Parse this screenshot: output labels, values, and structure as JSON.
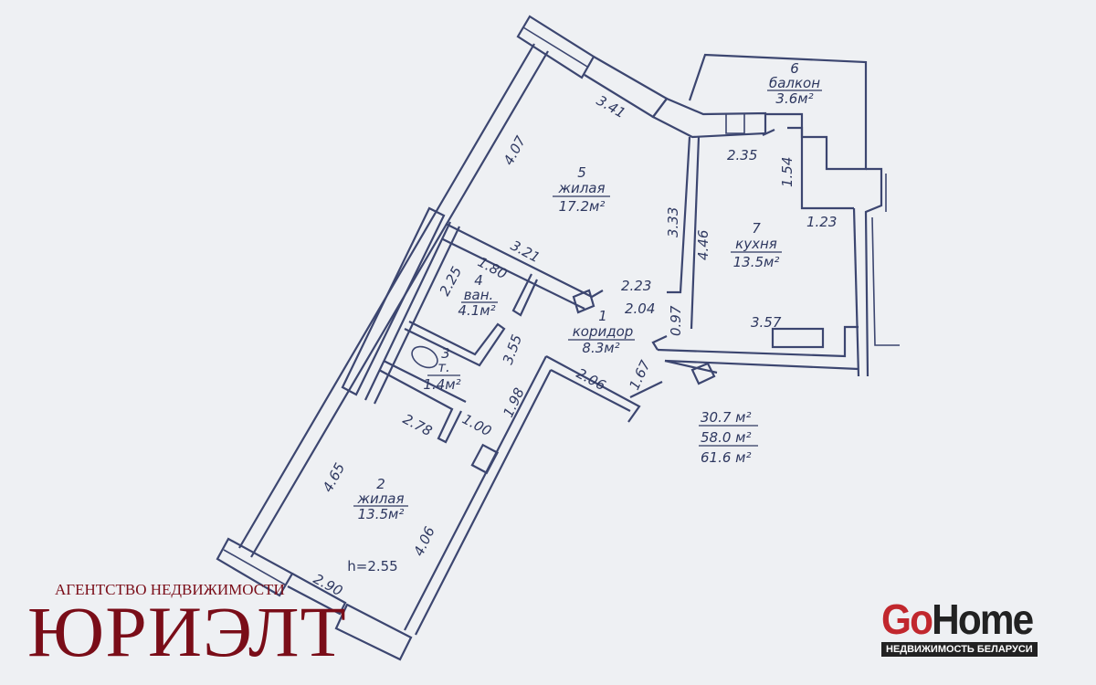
{
  "rooms": [
    {
      "num": "1",
      "name": "коридор",
      "area": "8.3м²"
    },
    {
      "num": "2",
      "name": "жилая",
      "area": "13.5м²"
    },
    {
      "num": "3",
      "name": "т.",
      "area": "1.4м²"
    },
    {
      "num": "4",
      "name": "ван.",
      "area": "4.1м²"
    },
    {
      "num": "5",
      "name": "жилая",
      "area": "17.2м²"
    },
    {
      "num": "6",
      "name": "балкон",
      "area": "3.6м²"
    },
    {
      "num": "7",
      "name": "кухня",
      "area": "13.5м²"
    }
  ],
  "dimensions": [
    "3.41",
    "4.07",
    "3.33",
    "4.46",
    "2.35",
    "1.54",
    "1.23",
    "3.21",
    "1.80",
    "2.25",
    "2.23",
    "2.04",
    "0.97",
    "3.57",
    "3.55",
    "1.98",
    "2.06",
    "1.67",
    "2.78",
    "1.00",
    "4.65",
    "4.06",
    "2.90"
  ],
  "ceiling_height": "h=2.55",
  "totals": [
    "30.7 м²",
    "58.0 м²",
    "61.6 м²"
  ],
  "agency": {
    "subtitle": "АГЕНТСТВО НЕДВИЖИМОСТИ",
    "name": "ЮРИЭЛТ",
    "color": "#7a0d18"
  },
  "gohome": {
    "go": "Go",
    "home": "Home",
    "tagline": "НЕДВИЖИМОСТЬ БЕЛАРУСИ",
    "accent": "#c1272d"
  }
}
